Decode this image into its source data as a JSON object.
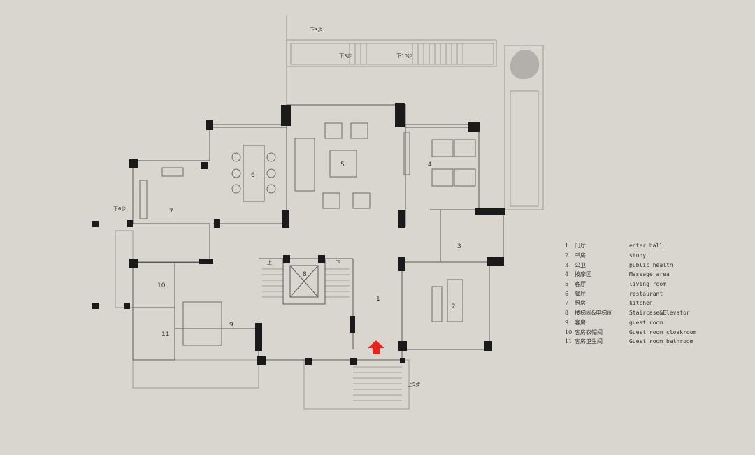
{
  "rooms": [
    {
      "num": "1",
      "cn": "门厅",
      "en": "enter hall"
    },
    {
      "num": "2",
      "cn": "书房",
      "en": "study"
    },
    {
      "num": "3",
      "cn": "公卫",
      "en": "public health"
    },
    {
      "num": "4",
      "cn": "按摩区",
      "en": "Massage area"
    },
    {
      "num": "5",
      "cn": "客厅",
      "en": "living room"
    },
    {
      "num": "6",
      "cn": "餐厅",
      "en": "restaurant"
    },
    {
      "num": "7",
      "cn": "厨房",
      "en": "kitchen"
    },
    {
      "num": "8",
      "cn": "楼梯间&电梯间",
      "en": "Staircase&Elevator"
    },
    {
      "num": "9",
      "cn": "客房",
      "en": "guest room"
    },
    {
      "num": "10",
      "cn": "客房衣帽间",
      "en": "Guest room cloakroom"
    },
    {
      "num": "11",
      "cn": "客房卫生间",
      "en": "Guest room bathroom"
    }
  ],
  "step_notes": {
    "top_left": "下3步",
    "terrace_left": "下3步",
    "terrace_right": "下10步",
    "kitchen_side": "下6步",
    "front": "上9步",
    "stair_up": "上",
    "stair_down": "下"
  },
  "colors": {
    "wall": "#1a1a1a",
    "entrance_arrow": "#e8231c",
    "paper": "#d9d6cf"
  }
}
